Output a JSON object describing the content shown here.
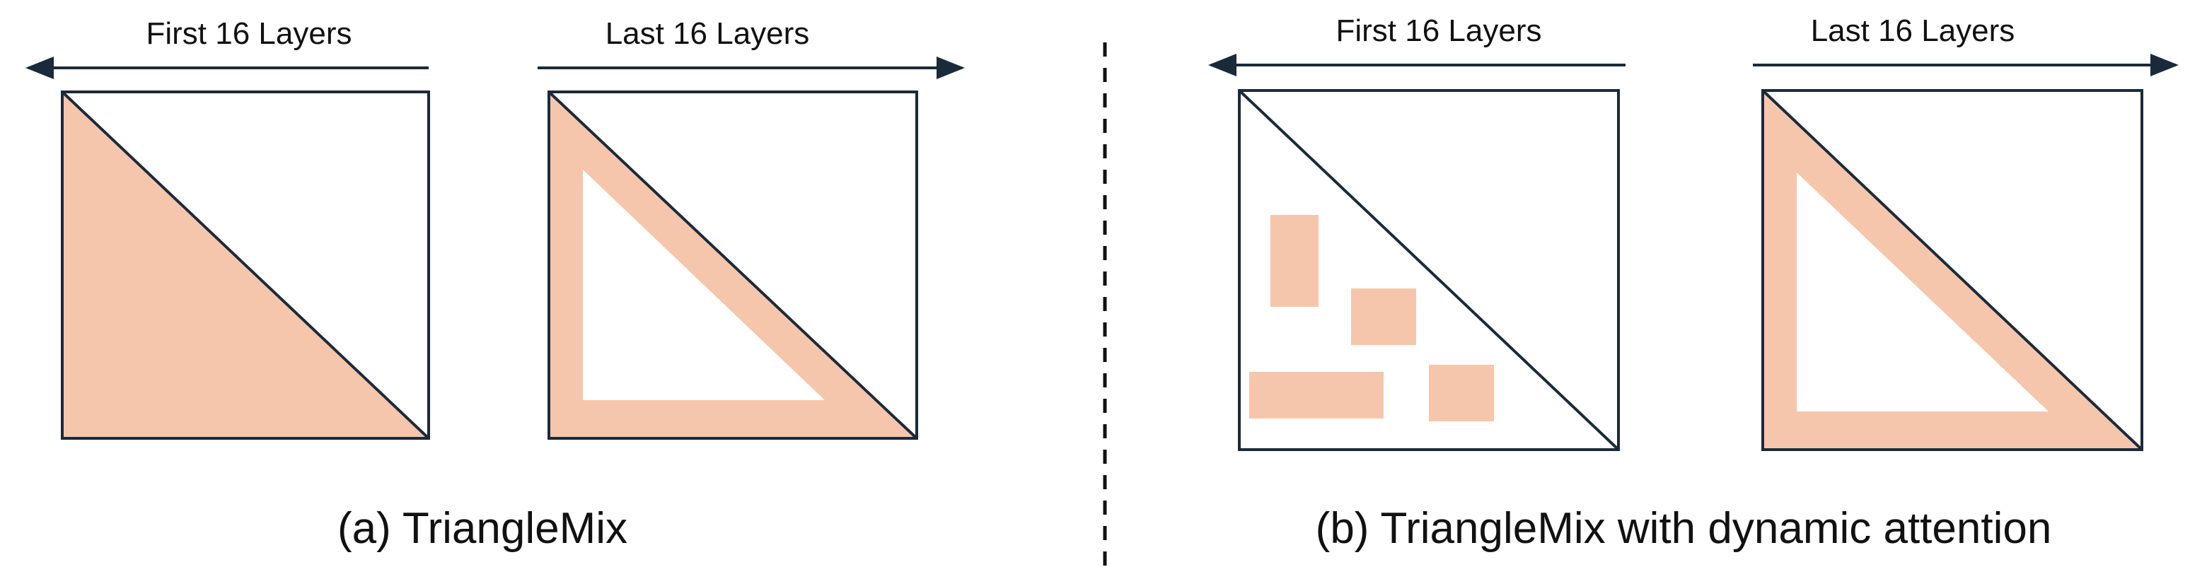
{
  "colors": {
    "fill": "#F5C6AC",
    "stroke": "#1B2A3A",
    "text": "#111111"
  },
  "panel_a": {
    "left_header": "First 16 Layers",
    "right_header": "Last 16 Layers",
    "caption": "(a) TriangleMix"
  },
  "panel_b": {
    "left_header": "First 16 Layers",
    "right_header": "Last 16 Layers",
    "caption": "(b) TriangleMix with dynamic attention"
  }
}
